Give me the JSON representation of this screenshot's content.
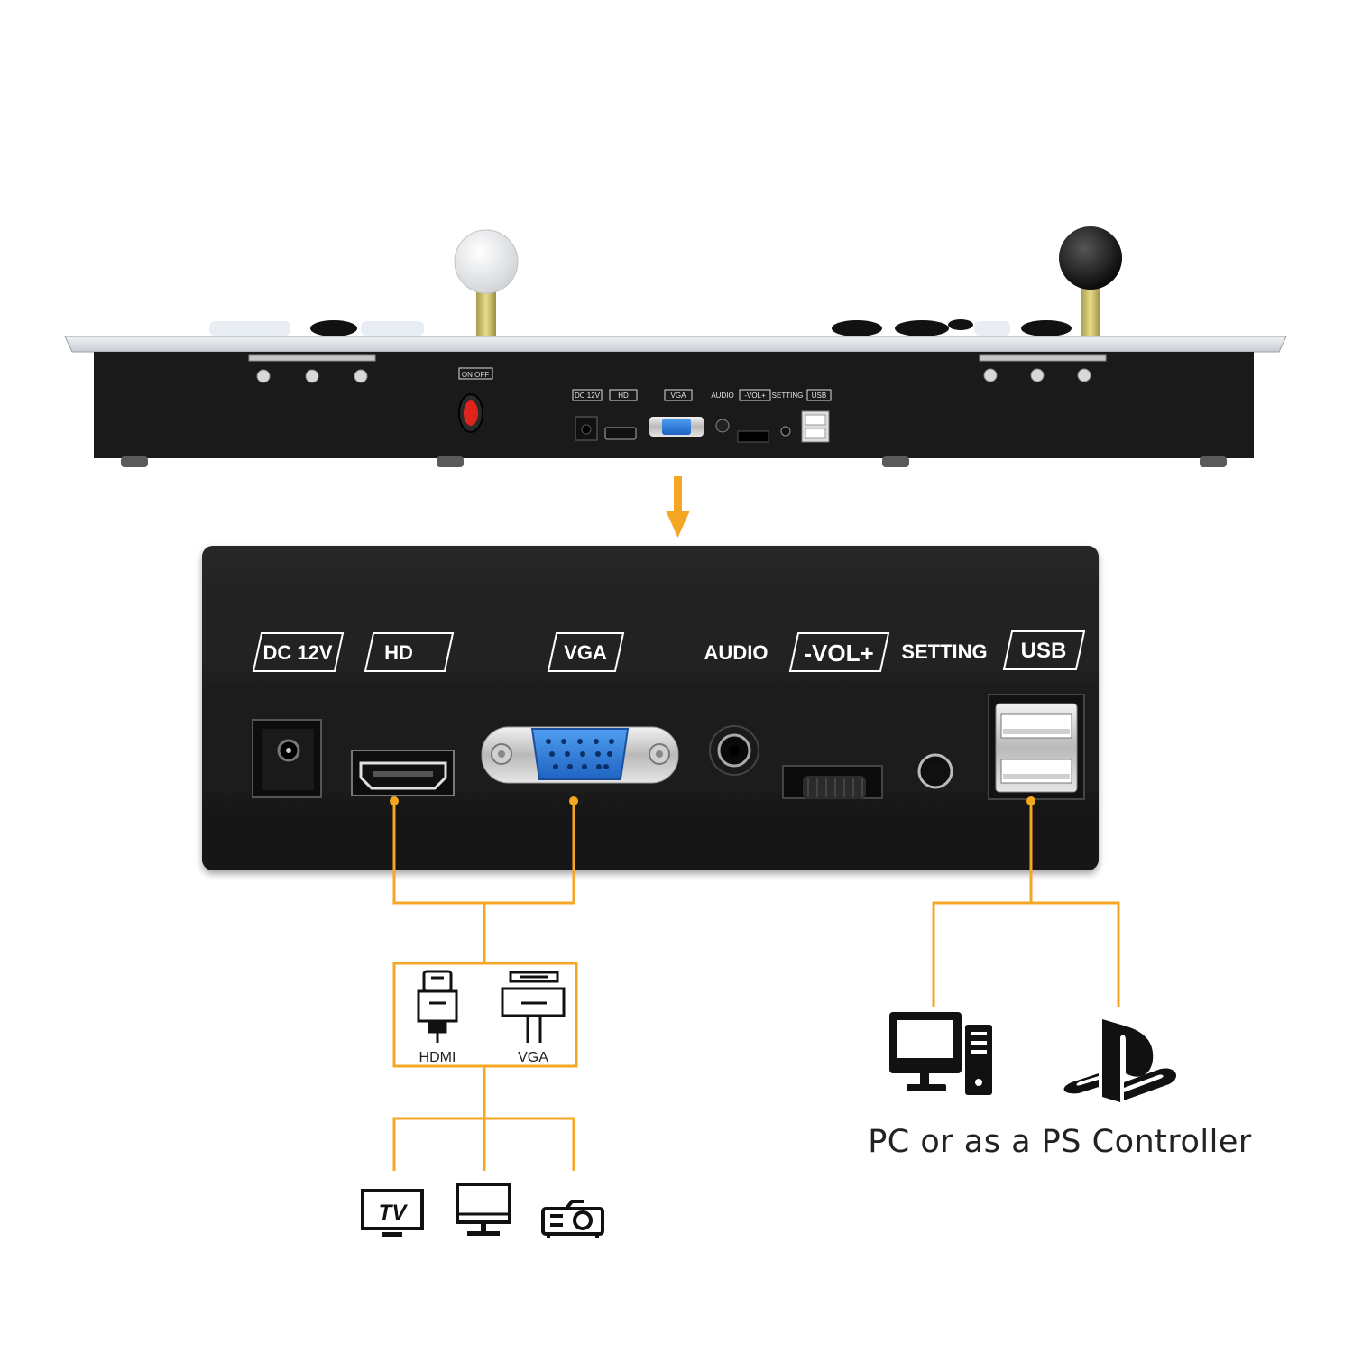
{
  "console_labels": {
    "switch": "ON OFF",
    "dc": "DC 12V",
    "hd": "HD",
    "vga": "VGA",
    "audio": "AUDIO",
    "vol": "-VOL+",
    "setting": "SETTING",
    "usb": "USB"
  },
  "panel_labels": {
    "dc": "DC 12V",
    "hd": "HD",
    "vga": "VGA",
    "audio": "AUDIO",
    "vol": "-VOL+",
    "setting": "SETTING",
    "usb": "USB"
  },
  "cable_icons": {
    "hdmi": "HDMI",
    "vga": "VGA"
  },
  "display_devices": {
    "tv": "TV",
    "icons": [
      "tv-icon",
      "monitor-icon",
      "projector-icon"
    ]
  },
  "usb_targets": {
    "icons": [
      "desktop-pc-icon",
      "playstation-logo-icon"
    ],
    "caption": "PC or as a PS Controller"
  },
  "colors": {
    "accent": "#f5a623",
    "panel": "#1e1e1e",
    "vga_port": "#2f7fd8",
    "switch": "#e0241b"
  }
}
